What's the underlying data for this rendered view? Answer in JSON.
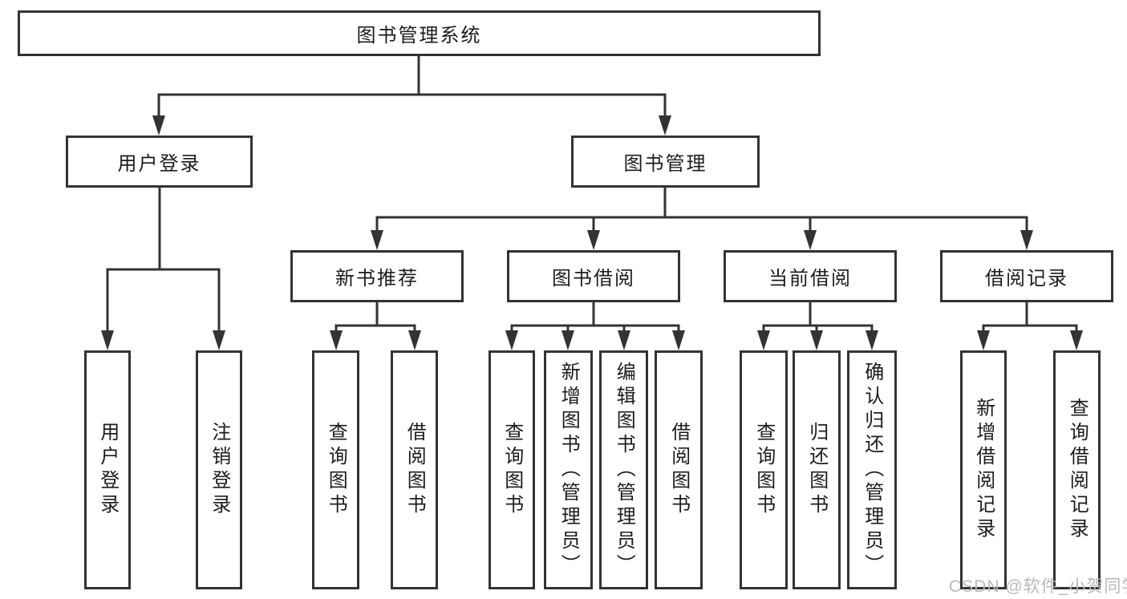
{
  "nodes": {
    "root": {
      "label": "图书管理系统"
    },
    "level2": [
      {
        "label": "用户登录"
      },
      {
        "label": "图书管理"
      }
    ],
    "level3": [
      {
        "label": "新书推荐"
      },
      {
        "label": "图书借阅"
      },
      {
        "label": "当前借阅"
      },
      {
        "label": "借阅记录"
      }
    ],
    "leaves": [
      {
        "label": "用户登录"
      },
      {
        "label": "注销登录"
      },
      {
        "label": "查询图书"
      },
      {
        "label": "借阅图书"
      },
      {
        "label": "查询图书"
      },
      {
        "label": "新增图书（管理员）"
      },
      {
        "label": "编辑图书（管理员）"
      },
      {
        "label": "借阅图书"
      },
      {
        "label": "查询图书"
      },
      {
        "label": "归还图书"
      },
      {
        "label": "确认归还（管理员）"
      },
      {
        "label": "新增借阅记录"
      },
      {
        "label": "查询借阅记录"
      }
    ]
  },
  "hierarchy": {
    "图书管理系统": [
      "用户登录",
      "图书管理"
    ],
    "用户登录": [
      "用户登录",
      "注销登录"
    ],
    "图书管理": [
      "新书推荐",
      "图书借阅",
      "当前借阅",
      "借阅记录"
    ],
    "新书推荐": [
      "查询图书",
      "借阅图书"
    ],
    "图书借阅": [
      "查询图书",
      "新增图书（管理员）",
      "编辑图书（管理员）",
      "借阅图书"
    ],
    "当前借阅": [
      "查询图书",
      "归还图书",
      "确认归还（管理员）"
    ],
    "借阅记录": [
      "新增借阅记录",
      "查询借阅记录"
    ]
  },
  "watermark": {
    "text": "CSDN @软件_小贺同学"
  },
  "colors": {
    "line": "#333333",
    "text": "#1c1c1c",
    "watermark": "#b9b9b9",
    "background": "#ffffff"
  }
}
